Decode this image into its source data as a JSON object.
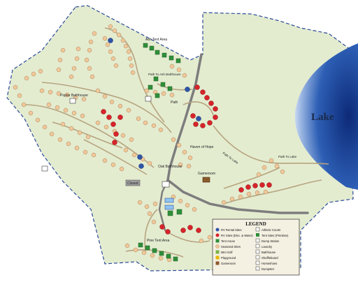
{
  "map": {
    "lake_label": "Lake",
    "labels": {
      "ash_tent_area": "Ash Tent Area",
      "poplar_bathhouse": "Poplar Bathhouse",
      "path_to_ash_bathhouse": "Path To Ash Bathhouse",
      "path": "Path",
      "haven_of_hope": "Haven of Hope",
      "path_to_lake": "Path To Lake",
      "path_to_lake_2": "Path To Lake",
      "gameroom": "Gameroom",
      "oak_bathhouse": "Oak Bathhouse",
      "pine_tent_area": "Pine Tent Area",
      "closed_sign": "Closed"
    },
    "colors": {
      "land": "#e4ecd0",
      "border": "#2a4a9a",
      "road": "#7a7a7a",
      "path": "#b8a98a",
      "rv_rental": "#2e55a8",
      "rv_site": "#d8232a",
      "seasonal": "#f0c89a",
      "tent": "#2f8f3a",
      "lake_dark": "#173a8a",
      "lake_light": "#dfe9f7"
    }
  },
  "legend": {
    "title": "LEGEND",
    "left": [
      {
        "key": "rv_rental",
        "label": "RV Rental Sites"
      },
      {
        "key": "rv_site",
        "label": "RV Sites (Elec. & Water)"
      },
      {
        "key": "tent_area",
        "label": "Tent Areas"
      },
      {
        "key": "seasonal",
        "label": "Seasonal Sites"
      },
      {
        "key": "mini_golf",
        "label": "Mini Golf"
      },
      {
        "key": "playground",
        "label": "Playground"
      },
      {
        "key": "gameroom",
        "label": "Gameroom"
      }
    ],
    "right": [
      {
        "key": "athletic",
        "label": "Athletic Courts"
      },
      {
        "key": "tent_primitive",
        "label": "Tent Sites (Primitive)"
      },
      {
        "key": "dump",
        "label": "Dump Station"
      },
      {
        "key": "laundry",
        "label": "Laundry"
      },
      {
        "key": "bathhouse",
        "label": "Bathhouse"
      },
      {
        "key": "shuffleboard",
        "label": "Shuffleboard"
      },
      {
        "key": "horseshoes",
        "label": "Horseshoes"
      },
      {
        "key": "dumpster",
        "label": "Dumpster"
      }
    ]
  }
}
